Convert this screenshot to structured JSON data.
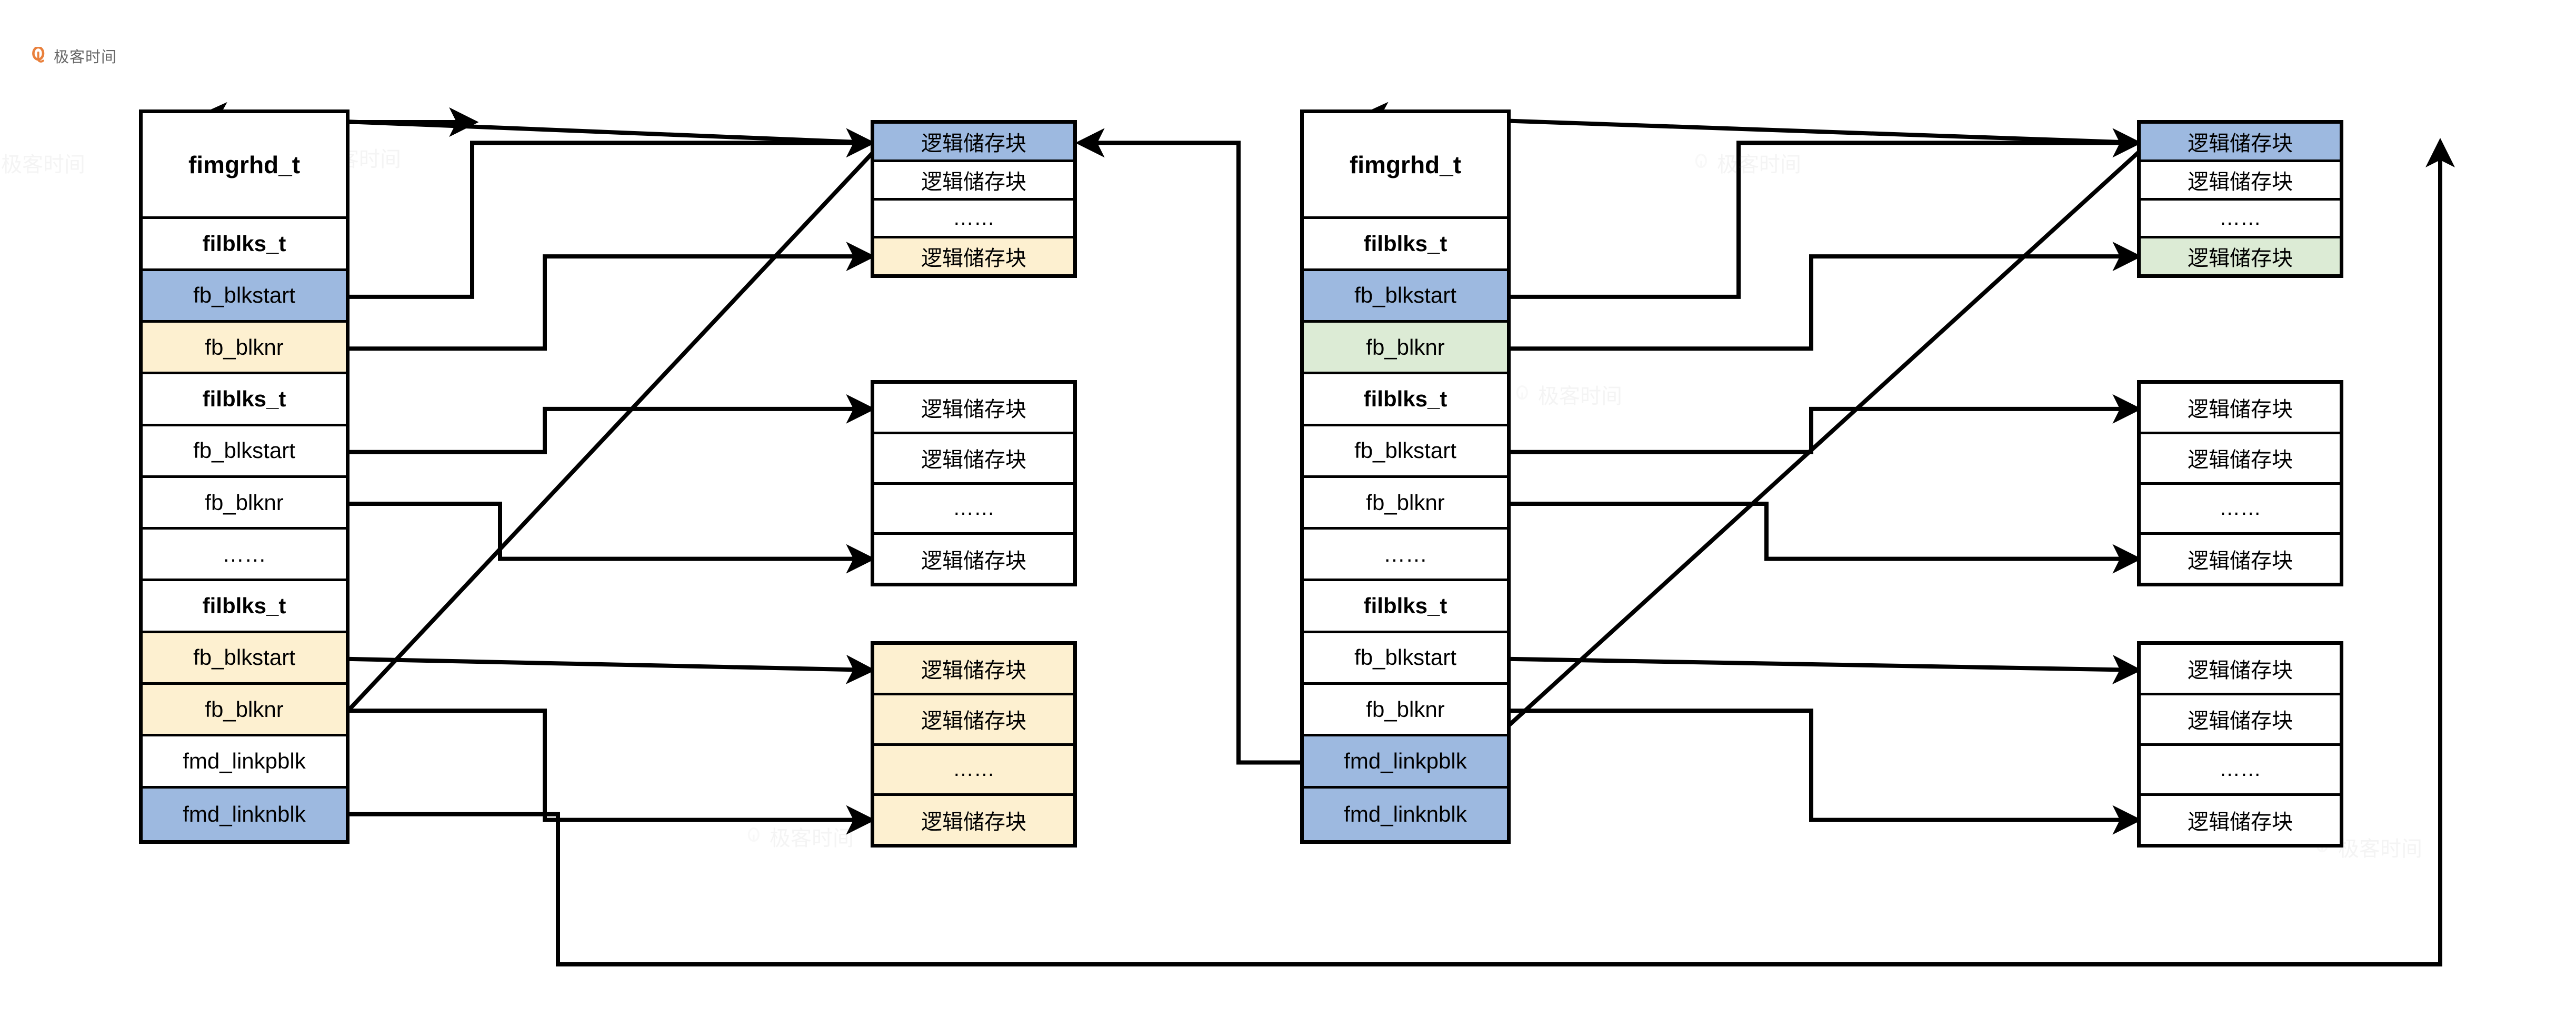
{
  "brand": {
    "name": "极客时间",
    "logo_color": "#E8762C"
  },
  "colors": {
    "blue": "#9db9e0",
    "cream": "#fdf0d0",
    "green": "#dcebd5",
    "white": "#ffffff",
    "stroke": "#000000"
  },
  "labels": {
    "storage_block": "逻辑储存块",
    "ellipsis": "……",
    "fimgrhd_t": "fimgrhd_t",
    "filblks_t": "filblks_t",
    "fb_blkstart": "fb_blkstart",
    "fb_blknr": "fb_blknr",
    "fmd_linkpblk": "fmd_linkpblk",
    "fmd_linknblk": "fmd_linknblk"
  },
  "structs": [
    {
      "id": "left-struct",
      "title": "fimgrhd_t",
      "rows": [
        {
          "text": "fimgrhd_t",
          "fill": "white",
          "bold": true,
          "big": true
        },
        {
          "text": "filblks_t",
          "fill": "white",
          "bold": true,
          "big": false
        },
        {
          "text": "fb_blkstart",
          "fill": "blue",
          "bold": false,
          "big": false
        },
        {
          "text": "fb_blknr",
          "fill": "cream",
          "bold": false,
          "big": false
        },
        {
          "text": "filblks_t",
          "fill": "white",
          "bold": true,
          "big": false
        },
        {
          "text": "fb_blkstart",
          "fill": "white",
          "bold": false,
          "big": false
        },
        {
          "text": "fb_blknr",
          "fill": "white",
          "bold": false,
          "big": false
        },
        {
          "text": "……",
          "fill": "white",
          "bold": false,
          "big": false
        },
        {
          "text": "filblks_t",
          "fill": "white",
          "bold": true,
          "big": false
        },
        {
          "text": "fb_blkstart",
          "fill": "cream",
          "bold": false,
          "big": false
        },
        {
          "text": "fb_blknr",
          "fill": "cream",
          "bold": false,
          "big": false
        },
        {
          "text": "fmd_linkpblk",
          "fill": "white",
          "bold": false,
          "big": false
        },
        {
          "text": "fmd_linknblk",
          "fill": "blue",
          "bold": false,
          "big": false
        }
      ]
    },
    {
      "id": "right-struct",
      "title": "fimgrhd_t",
      "rows": [
        {
          "text": "fimgrhd_t",
          "fill": "white",
          "bold": true,
          "big": true
        },
        {
          "text": "filblks_t",
          "fill": "white",
          "bold": true,
          "big": false
        },
        {
          "text": "fb_blkstart",
          "fill": "blue",
          "bold": false,
          "big": false
        },
        {
          "text": "fb_blknr",
          "fill": "green",
          "bold": false,
          "big": false
        },
        {
          "text": "filblks_t",
          "fill": "white",
          "bold": true,
          "big": false
        },
        {
          "text": "fb_blkstart",
          "fill": "white",
          "bold": false,
          "big": false
        },
        {
          "text": "fb_blknr",
          "fill": "white",
          "bold": false,
          "big": false
        },
        {
          "text": "……",
          "fill": "white",
          "bold": false,
          "big": false
        },
        {
          "text": "filblks_t",
          "fill": "white",
          "bold": true,
          "big": false
        },
        {
          "text": "fb_blkstart",
          "fill": "white",
          "bold": false,
          "big": false
        },
        {
          "text": "fb_blknr",
          "fill": "white",
          "bold": false,
          "big": false
        },
        {
          "text": "fmd_linkpblk",
          "fill": "blue",
          "bold": false,
          "big": false
        },
        {
          "text": "fmd_linknblk",
          "fill": "blue",
          "bold": false,
          "big": false
        }
      ]
    }
  ],
  "block_stacks": [
    {
      "id": "left-stack-1",
      "rows": [
        {
          "text": "逻辑储存块",
          "fill": "blue"
        },
        {
          "text": "逻辑储存块",
          "fill": "white"
        },
        {
          "text": "……",
          "fill": "white"
        },
        {
          "text": "逻辑储存块",
          "fill": "cream"
        }
      ]
    },
    {
      "id": "left-stack-2",
      "rows": [
        {
          "text": "逻辑储存块",
          "fill": "white"
        },
        {
          "text": "逻辑储存块",
          "fill": "white"
        },
        {
          "text": "……",
          "fill": "white"
        },
        {
          "text": "逻辑储存块",
          "fill": "white"
        }
      ]
    },
    {
      "id": "left-stack-3",
      "rows": [
        {
          "text": "逻辑储存块",
          "fill": "cream"
        },
        {
          "text": "逻辑储存块",
          "fill": "cream"
        },
        {
          "text": "……",
          "fill": "cream"
        },
        {
          "text": "逻辑储存块",
          "fill": "cream"
        }
      ]
    },
    {
      "id": "right-stack-1",
      "rows": [
        {
          "text": "逻辑储存块",
          "fill": "blue"
        },
        {
          "text": "逻辑储存块",
          "fill": "white"
        },
        {
          "text": "……",
          "fill": "white"
        },
        {
          "text": "逻辑储存块",
          "fill": "green"
        }
      ]
    },
    {
      "id": "right-stack-2",
      "rows": [
        {
          "text": "逻辑储存块",
          "fill": "white"
        },
        {
          "text": "逻辑储存块",
          "fill": "white"
        },
        {
          "text": "……",
          "fill": "white"
        },
        {
          "text": "逻辑储存块",
          "fill": "white"
        }
      ]
    },
    {
      "id": "right-stack-3",
      "rows": [
        {
          "text": "逻辑储存块",
          "fill": "white"
        },
        {
          "text": "逻辑储存块",
          "fill": "white"
        },
        {
          "text": "……",
          "fill": "white"
        },
        {
          "text": "逻辑储存块",
          "fill": "white"
        }
      ]
    }
  ],
  "watermark_text": "极客时间"
}
